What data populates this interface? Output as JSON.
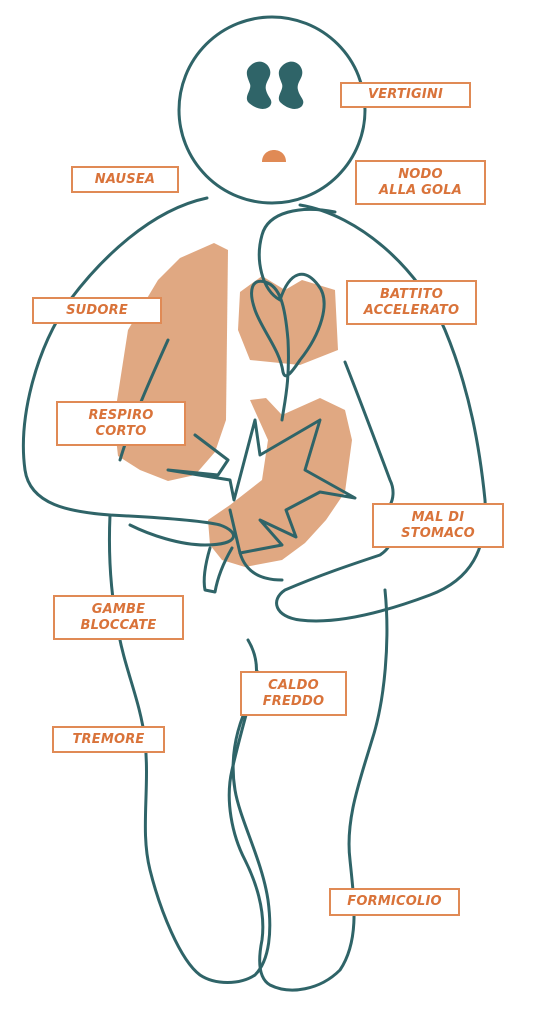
{
  "colors": {
    "outline": "#2f6468",
    "organ_fill": "#e0a882",
    "label_border": "#e08a55",
    "label_text": "#d9733a",
    "eyes": "#2f6468",
    "mouth": "#e08a55"
  },
  "labels": {
    "vertigini": [
      "VERTIGINI"
    ],
    "nausea": [
      "NAUSEA"
    ],
    "nodo_alla_gola": [
      "NODO",
      "ALLA GOLA"
    ],
    "sudore": [
      "SUDORE"
    ],
    "battito_accelerato": [
      "BATTITO",
      "ACCELERATO"
    ],
    "respiro_corto": [
      "RESPIRO",
      "CORTO"
    ],
    "mal_di_stomaco": [
      "MAL DI",
      "STOMACO"
    ],
    "gambe_bloccate": [
      "GAMBE",
      "BLOCCATE"
    ],
    "caldo_freddo": [
      "CALDO",
      "FREDDO"
    ],
    "tremore": [
      "TREMORE"
    ],
    "formicolio": [
      "FORMICOLIO"
    ]
  }
}
